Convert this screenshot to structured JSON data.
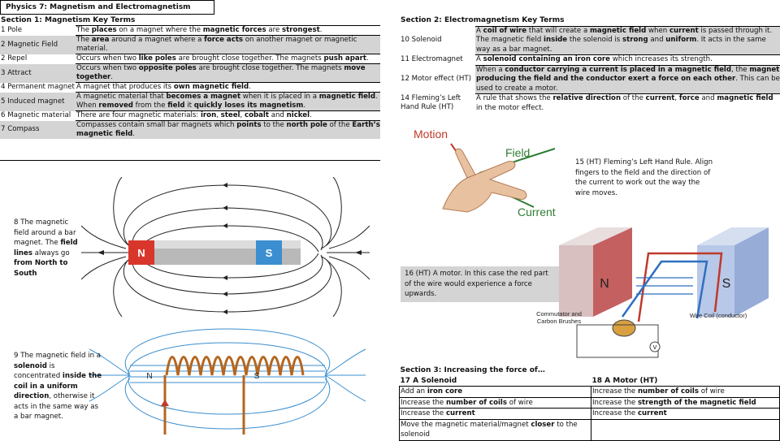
{
  "title": "Physics 7: Magnetism and Electromagnetism",
  "section1": {
    "heading": "Section 1: Magnetism Key Terms",
    "rows": [
      {
        "term": "1 Pole",
        "def_html": "The <b>places</b> on a magnet where the <b>magnetic forces</b> are <b>strongest</b>."
      },
      {
        "term": "2 Magnetic Field",
        "def_html": "The <b>area</b> around a magnet where a <b>force acts</b> on another magnet or magnetic material."
      },
      {
        "term": "2 Repel",
        "def_html": "Occurs when two <b>like poles</b> are brought close together.  The magnets <b>push apart</b>."
      },
      {
        "term": "3 Attract",
        "def_html": "Occurs when two <b>opposite poles</b> are brought close together.  The magnets <b>move together</b>."
      },
      {
        "term": "4 Permanent magnet",
        "def_html": "A magnet that produces its <b>own magnetic field</b>."
      },
      {
        "term": "5 Induced magnet",
        "def_html": "A magnetic material that <b>becomes a magnet</b> when it is placed in a <b>magnetic field</b>.  When <b>removed</b> from the <b>field</b> it <b>quickly loses its magnetism</b>."
      },
      {
        "term": "6 Magnetic material",
        "def_html": "There are four magnetic materials: <b>iron</b>, <b>steel</b>, <b>cobalt</b> and <b>nickel</b>."
      },
      {
        "term": "7 Compass",
        "def_html": "Compasses contain small bar magnets which <b>points</b> to the <b>north pole</b> of the <b>Earth’s magnetic field</b>."
      }
    ]
  },
  "section2": {
    "heading": "Section 2: Electromagnetism Key Terms",
    "rows": [
      {
        "term": "10 Solenoid",
        "def_html": "A <b>coil of wire</b> that will create a <b>magnetic field</b> when <b>current</b> is passed through it. The magnetic field <b>inside</b> the solenoid is <b>strong</b> and <b>uniform</b>.  It acts in the same way as a bar magnet."
      },
      {
        "term": "11 Electromagnet",
        "def_html": "A <b>solenoid containing an iron core</b> which increases its strength."
      },
      {
        "term": "12 Motor effect (HT)",
        "def_html": "When a <b>conductor carrying a current is placed in a magnetic field</b>, the <b>magnet producing the field and the conductor exert a force on each other</b>.  This can be used to create a motor."
      },
      {
        "term": "14 Fleming’s Left Hand Rule (HT)",
        "def_html": "A rule that shows the <b>relative direction</b> of the <b>current</b>, <b>force</b> and <b>magnetic field</b> in the motor effect."
      }
    ]
  },
  "captions": {
    "bar_magnet_html": "8 The magnetic field around a bar magnet.  The <b>field lines</b> always go <b>from North to South</b>",
    "solenoid_html": "9 The magnetic field in a <b>solenoid</b> is concentrated <b>inside the coil in a uniform direction</b>, otherwise it acts in the same way as a bar magnet.",
    "fleming": "15 (HT) Fleming’s Left Hand Rule.  Align fingers to the field and the direction of the current to work out the way the wire moves.",
    "motor": "16 (HT) A motor.  In this case the red part of the wire would experience a force upwards."
  },
  "diagram_labels": {
    "north": "N",
    "south": "S",
    "motion": "Motion",
    "field": "Field",
    "current": "Current",
    "commutator": "Commutator and Carbon Brushes",
    "wire_coil": "Wire Coil (conductor)",
    "voltmeter": "V"
  },
  "section3": {
    "heading": "Section 3: Increasing the force of…",
    "col1_head": "17 A Solenoid",
    "col2_head": "18 A Motor (HT)",
    "col1_html": [
      "Add an <b>iron core</b>",
      "Increase the <b>number of coils</b> of wire",
      "Increase the <b>current</b>",
      "Move the magnetic material/magnet <b>closer</b> to the solenoid"
    ],
    "col2_html": [
      "Increase the <b>number of coils</b> of wire",
      "Increase the <b>strength of the magnetic field</b>",
      "Increase the <b>current</b>",
      ""
    ]
  },
  "colors": {
    "motion": "#c0392b",
    "field": "#2e7d32",
    "current": "#2e7d32",
    "north_pole": "#d9362b",
    "south_pole": "#3b8fd0",
    "grey_shade": "#d4d4d4"
  }
}
